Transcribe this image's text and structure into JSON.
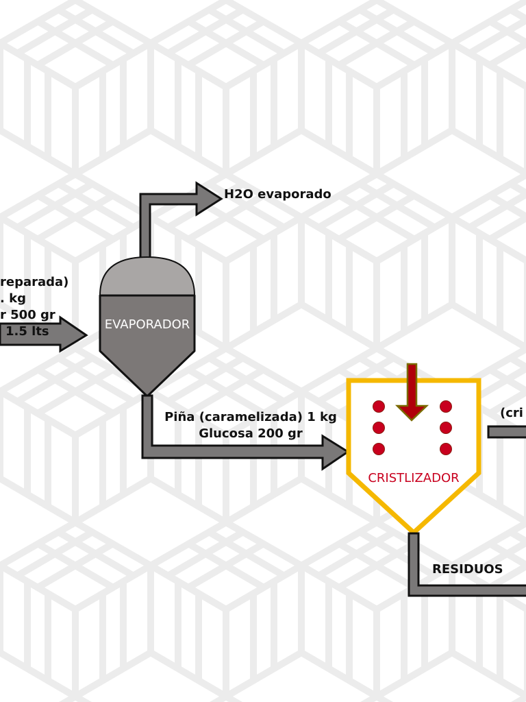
{
  "colors": {
    "pipe": "#7a7878",
    "outline": "#111111",
    "vessel_top": "#a9a6a5",
    "vessel_body": "#7c7877",
    "crystallizer_border": "#f5b800",
    "crystallizer_label": "#c8001e",
    "dots": "#c8001e",
    "feed_arrow": "#b0000b",
    "pattern": "#ececec"
  },
  "labels": {
    "feed_line1": "reparada)",
    "feed_line2": ". kg",
    "feed_line3": "r 500 gr",
    "feed_line4": "1.5 lts",
    "vapor_out": "H2O evaporado",
    "transfer_line1": "Piña (caramelizada) 1 kg",
    "transfer_line2": "Glucosa 200 gr",
    "product_out": "(cri",
    "waste": "RESIDUOS"
  },
  "units": {
    "evaporator": "EVAPORADOR",
    "crystallizer": "CRISTLIZADOR"
  }
}
